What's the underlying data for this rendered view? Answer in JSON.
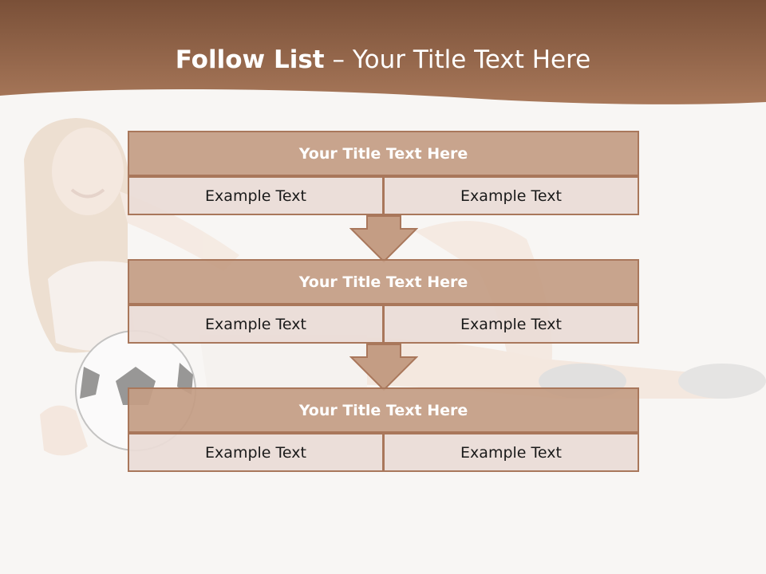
{
  "slide": {
    "title_bold": "Follow List",
    "title_rest": " – Your Title Text Here"
  },
  "blocks": [
    {
      "title": "Your Title Text Here",
      "left_text": "Example Text",
      "right_text": "Example Text"
    },
    {
      "title": "Your Title Text Here",
      "left_text": "Example Text",
      "right_text": "Example Text"
    },
    {
      "title": "Your Title Text Here",
      "left_text": "Example Text",
      "right_text": "Example Text"
    }
  ],
  "colors": {
    "header_brown": "#8a5a3e",
    "title_fill": "#c49d84",
    "cell_fill": "#eadcd6",
    "border": "#a9775b",
    "arrow_fill": "#c49d84"
  }
}
